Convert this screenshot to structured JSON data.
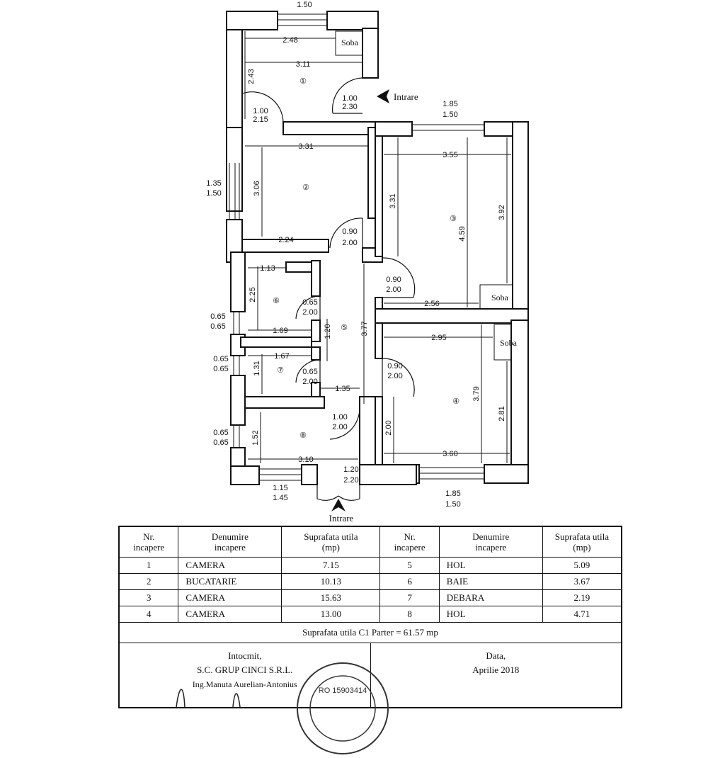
{
  "plan": {
    "top_window_width": "1.50",
    "room1": {
      "number": "①",
      "width_top": "2.48",
      "width": "3.11",
      "height": "2.43",
      "stove": "Soba",
      "door_inner": {
        "w": "1.00",
        "h": "2.15"
      },
      "door_entry": {
        "w": "1.00",
        "h": "2.30"
      }
    },
    "entrance_top": "Intrare",
    "room2": {
      "number": "②",
      "width": "3.31",
      "height": "3.06",
      "width_bottom": "2.24",
      "door": {
        "w": "0.90",
        "h": "2.00"
      },
      "left_window": {
        "w": "1.35",
        "h": "1.50"
      }
    },
    "room3": {
      "number": "③",
      "width": "3.55",
      "height_left": "3.31",
      "height_mid": "4.59",
      "height_right": "3.92",
      "width_bottom": "2.56",
      "stove": "Soba",
      "window": {
        "w": "1.85",
        "h": "1.50"
      },
      "door": {
        "w": "0.90",
        "h": "2.00"
      }
    },
    "room4": {
      "number": "④",
      "width": "2.95",
      "height": "3.79",
      "height_right": "2.81",
      "height_left": "2.00",
      "width_bottom": "3.60",
      "stove": "Soba",
      "window": {
        "w": "1.85",
        "h": "1.50"
      },
      "door": {
        "w": "0.90",
        "h": "2.00"
      }
    },
    "room5": {
      "number": "⑤",
      "height": "3.77",
      "gap": "1.20",
      "width": "1.35",
      "door": {
        "w": "1.00",
        "h": "2.00"
      }
    },
    "room6": {
      "number": "⑥",
      "width_top": "1.13",
      "height": "2.25",
      "width": "1.69",
      "door": {
        "w": "0.65",
        "h": "2.00"
      },
      "window": {
        "w": "0.65",
        "h": "0.65"
      }
    },
    "room7": {
      "number": "⑦",
      "width": "1.67",
      "height": "1.31",
      "door": {
        "w": "0.65",
        "h": "2.00"
      },
      "window": {
        "w": "0.65",
        "h": "0.65"
      }
    },
    "room8": {
      "number": "⑧",
      "width": "3.10",
      "height": "1.52",
      "window": {
        "w": "0.65",
        "h": "0.65"
      },
      "bottom_window": {
        "w": "1.15",
        "h": "1.45"
      },
      "door": {
        "w": "1.20",
        "h": "2.20"
      }
    },
    "entrance_bottom": "Intrare"
  },
  "legend": {
    "headers": [
      "Nr.\nincapere",
      "Denumire\nincapere",
      "Suprafata utila\n(mp)",
      "Nr.\nincapere",
      "Denumire\nincapere",
      "Suprafata utila\n(mp)"
    ],
    "rows": [
      [
        "1",
        "CAMERA",
        "7.15",
        "5",
        "HOL",
        "5.09"
      ],
      [
        "2",
        "BUCATARIE",
        "10.13",
        "6",
        "BAIE",
        "3.67"
      ],
      [
        "3",
        "CAMERA",
        "15.63",
        "7",
        "DEBARA",
        "2.19"
      ],
      [
        "4",
        "CAMERA",
        "13.00",
        "8",
        "HOL",
        "4.71"
      ]
    ],
    "total": "Suprafata utila C1 Parter = 61.57 mp",
    "prepared_label": "Intocmit,",
    "company": "S.C. GRUP CINCI S.R.L.",
    "engineer": "Ing.Manuta Aurelian-Antonius",
    "date_label": "Data,",
    "date": "Aprilie 2018",
    "stamp_text": "RO 15903414"
  }
}
